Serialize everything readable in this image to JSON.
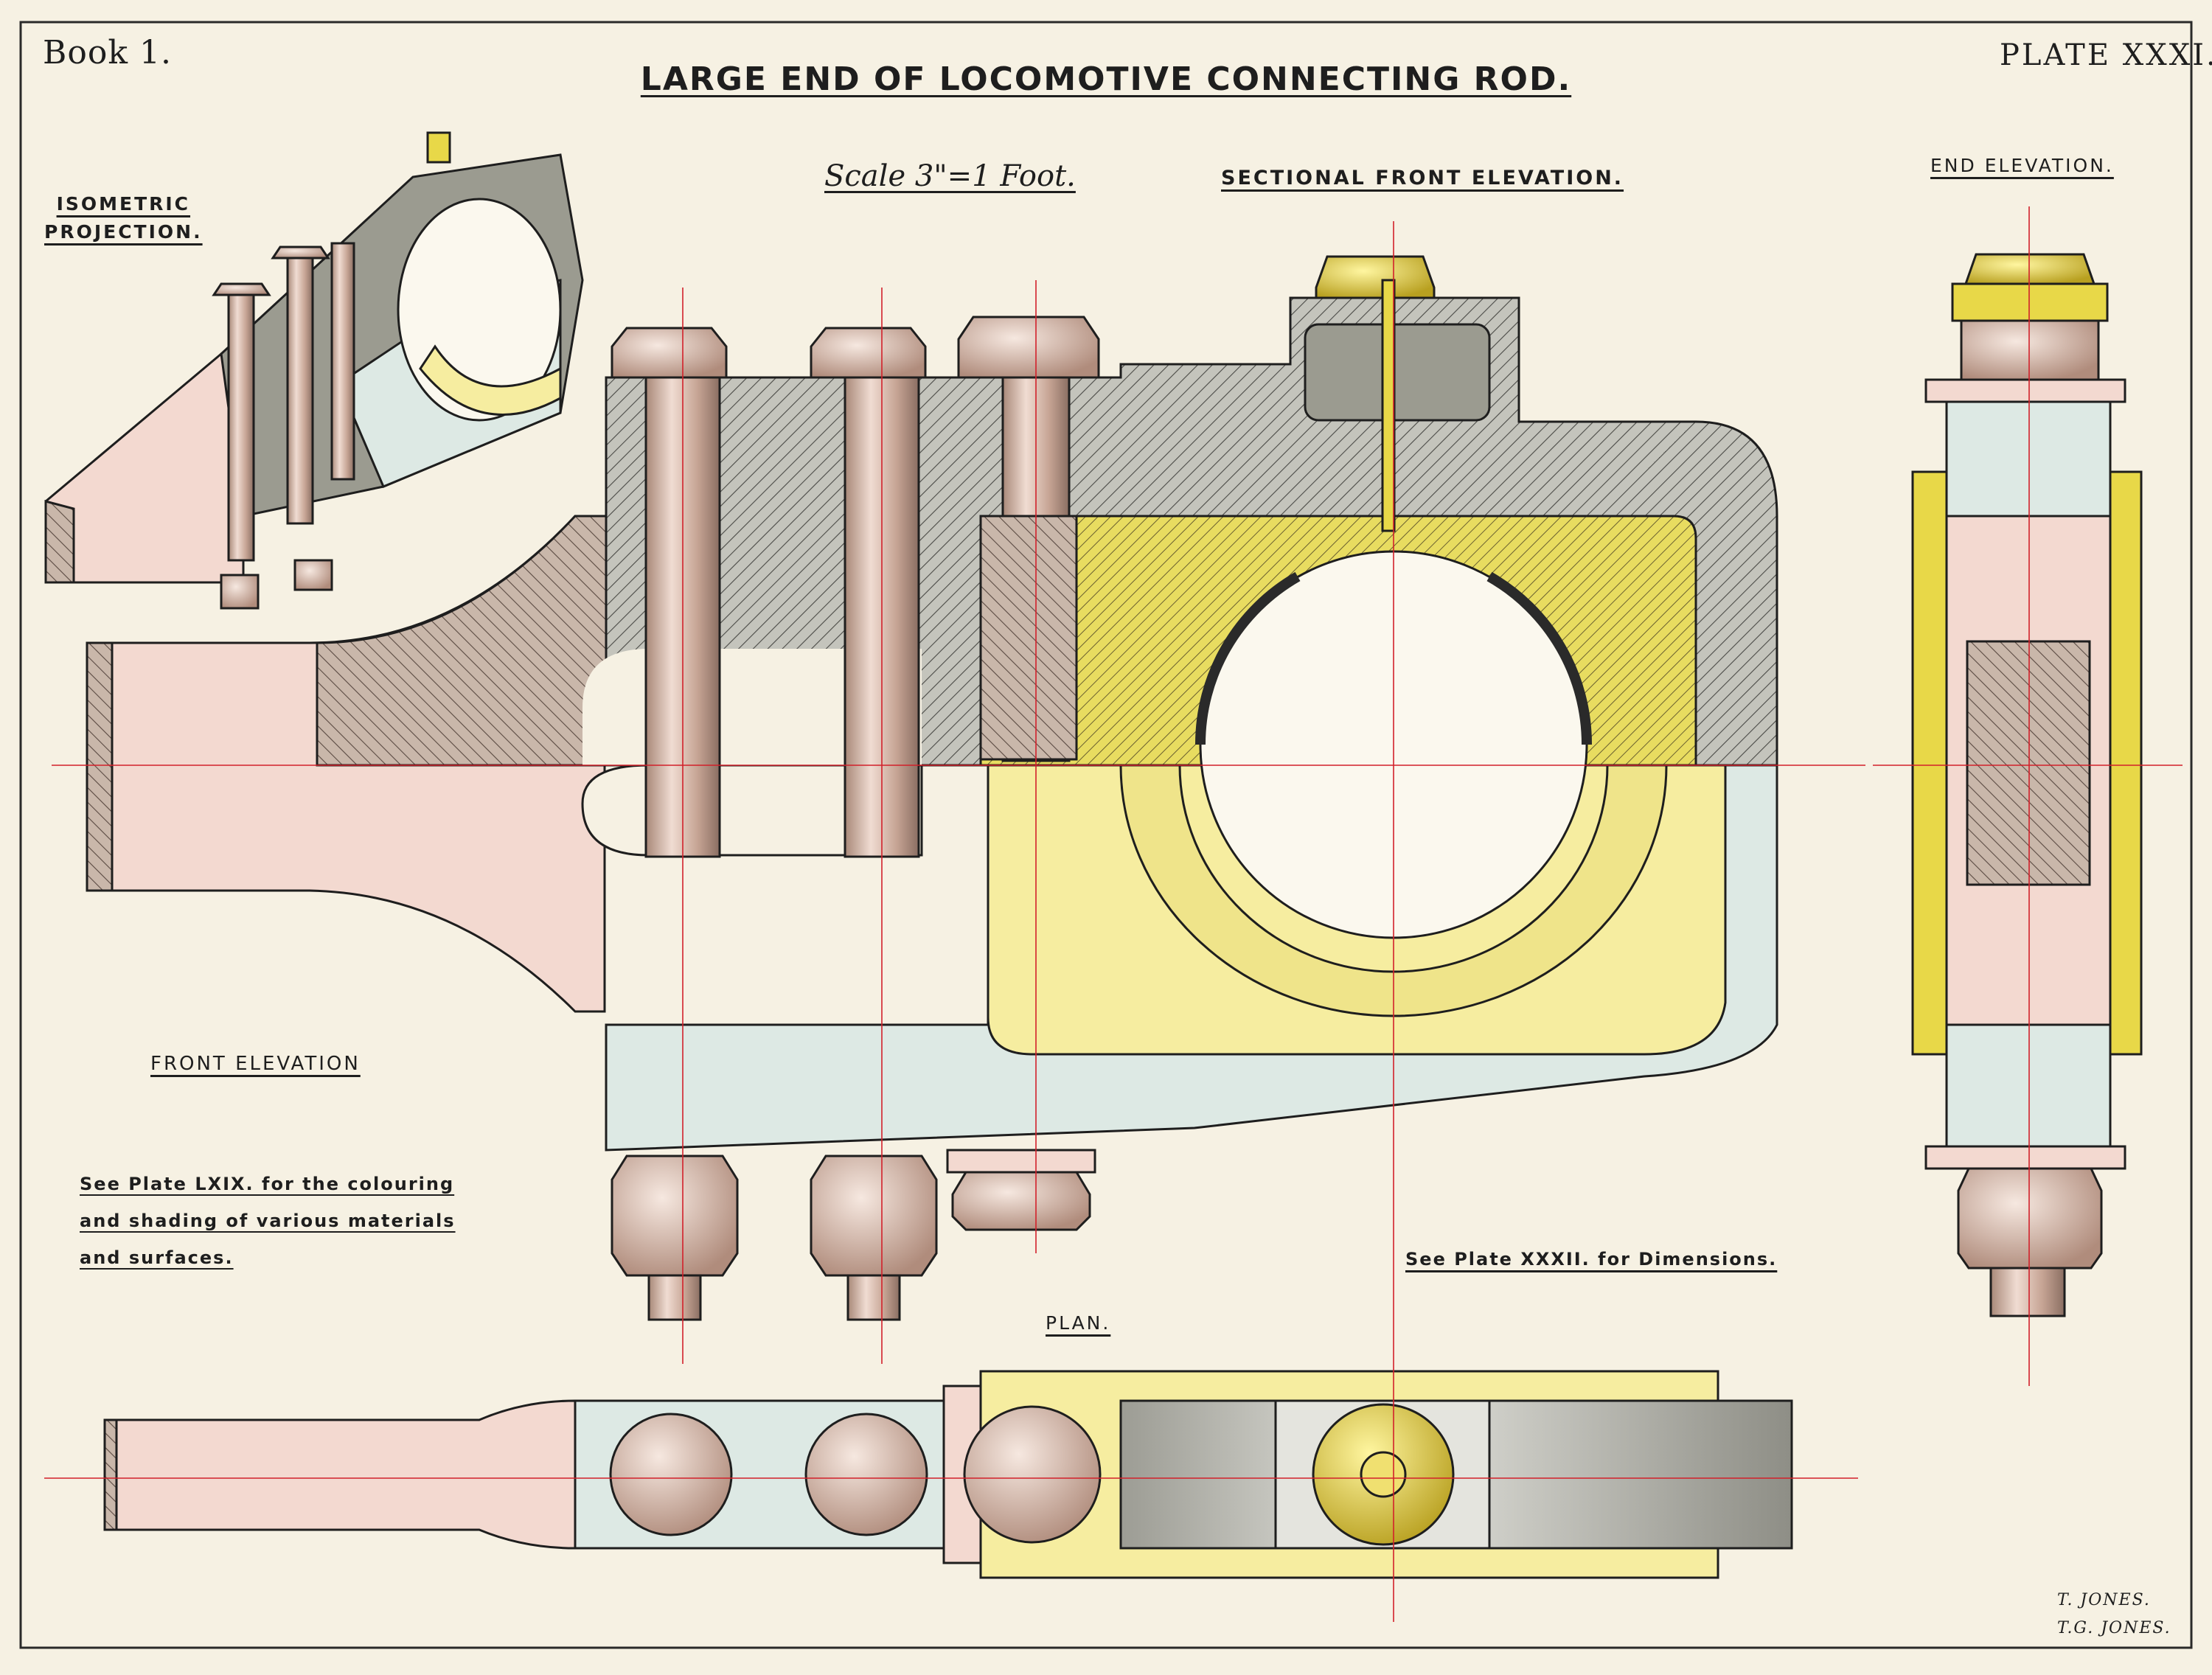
{
  "title": "LARGE END OF LOCOMOTIVE CONNECTING ROD.",
  "book": "Book 1.",
  "plate": "PLATE XXXI.",
  "scale": "Scale 3\"=1 Foot.",
  "labels": {
    "isometric_line1": "ISOMETRIC",
    "isometric_line2": "PROJECTION.",
    "sectional_front": "SECTIONAL FRONT ELEVATION.",
    "end_elevation": "END ELEVATION.",
    "front_elevation": "FRONT ELEVATION",
    "plan": "PLAN."
  },
  "notes": {
    "colouring_line1": "See Plate LXIX. for the colouring",
    "colouring_line2": "and shading of various materials",
    "colouring_line3": "and surfaces.",
    "dimensions": "See Plate XXXII. for Dimensions."
  },
  "signatures": [
    "T. JONES.",
    "T.G. JONES."
  ],
  "colors": {
    "paper": "#f6f1e3",
    "iron_section": "#b5b5ad",
    "steel_pink": "#f3d9d0",
    "brass_yellow": "#f6eda0",
    "blue_steel": "#dde9e4",
    "bolt_copper": "#d8b8a8",
    "centre_line": "#d2202a",
    "outline": "#1e1e1e"
  }
}
